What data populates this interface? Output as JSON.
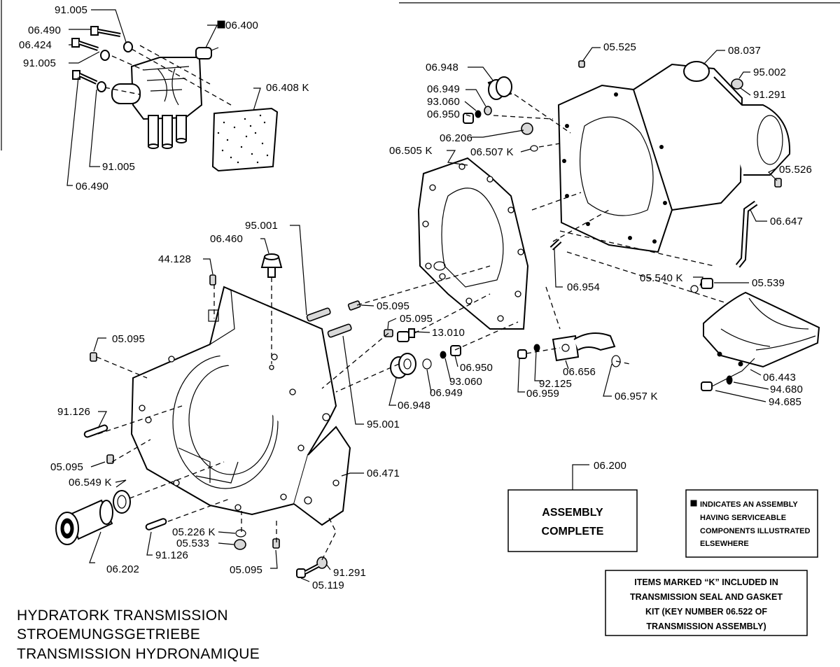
{
  "labels": {
    "l_91005_a": "91.005",
    "l_06490_a": "06.490",
    "l_06424": "06.424",
    "l_91005_b": "91.005",
    "l_06400": "06.400",
    "l_06408k": "06.408 K",
    "l_91005_c": "91.005",
    "l_06490_b": "06.490",
    "l_06948_a": "06.948",
    "l_06949_a": "06.949",
    "l_93060_a": "93.060",
    "l_06950_a": "06.950",
    "l_06206": "06.206",
    "l_06505k": "06.505 K",
    "l_06507k": "06.507 K",
    "l_05525": "05.525",
    "l_08037": "08.037",
    "l_95002": "95.002",
    "l_91291_a": "91.291",
    "l_05526": "05.526",
    "l_06647": "06.647",
    "l_05540k": "05.540 K",
    "l_05539": "05.539",
    "l_06954": "06.954",
    "l_95001_a": "95.001",
    "l_06460": "06.460",
    "l_44128": "44.128",
    "l_05095_a": "05.095",
    "l_05095_b": "05.095",
    "l_13010": "13.010",
    "l_05095_c": "05.095",
    "l_06950_b": "06.950",
    "l_93060_b": "93.060",
    "l_06949_b": "06.949",
    "l_06948_b": "06.948",
    "l_95001_b": "95.001",
    "l_91126_a": "91.126",
    "l_05095_d": "05.095",
    "l_06549k": "06.549 K",
    "l_06471": "06.471",
    "l_05226k": "05.226 K",
    "l_05533": "05.533",
    "l_91126_b": "91.126",
    "l_06202": "06.202",
    "l_05095_e": "05.095",
    "l_91291_b": "91.291",
    "l_05119": "05.119",
    "l_06656": "06.656",
    "l_92125": "92.125",
    "l_06959": "06.959",
    "l_06957k": "06.957 K",
    "l_06443": "06.443",
    "l_94680": "94.680",
    "l_94685": "94.685",
    "l_06200": "06.200"
  },
  "assembly_box": {
    "line1": "ASSEMBLY",
    "line2": "COMPLETE"
  },
  "legend": {
    "line1": "INDICATES AN ASSEMBLY",
    "line2": "HAVING SERVICEABLE",
    "line3": "COMPONENTS ILLUSTRATED",
    "line4": "ELSEWHERE"
  },
  "kit_note": {
    "line1": "ITEMS MARKED “K” INCLUDED IN",
    "line2": "TRANSMISSION SEAL AND GASKET",
    "line3": "KIT (KEY NUMBER 06.522 OF",
    "line4": "TRANSMISSION ASSEMBLY)"
  },
  "title": {
    "en": "HYDRATORK TRANSMISSION",
    "de": "STROEMUNGSGETRIEBE",
    "fr": "TRANSMISSION HYDRONAMIQUE"
  }
}
